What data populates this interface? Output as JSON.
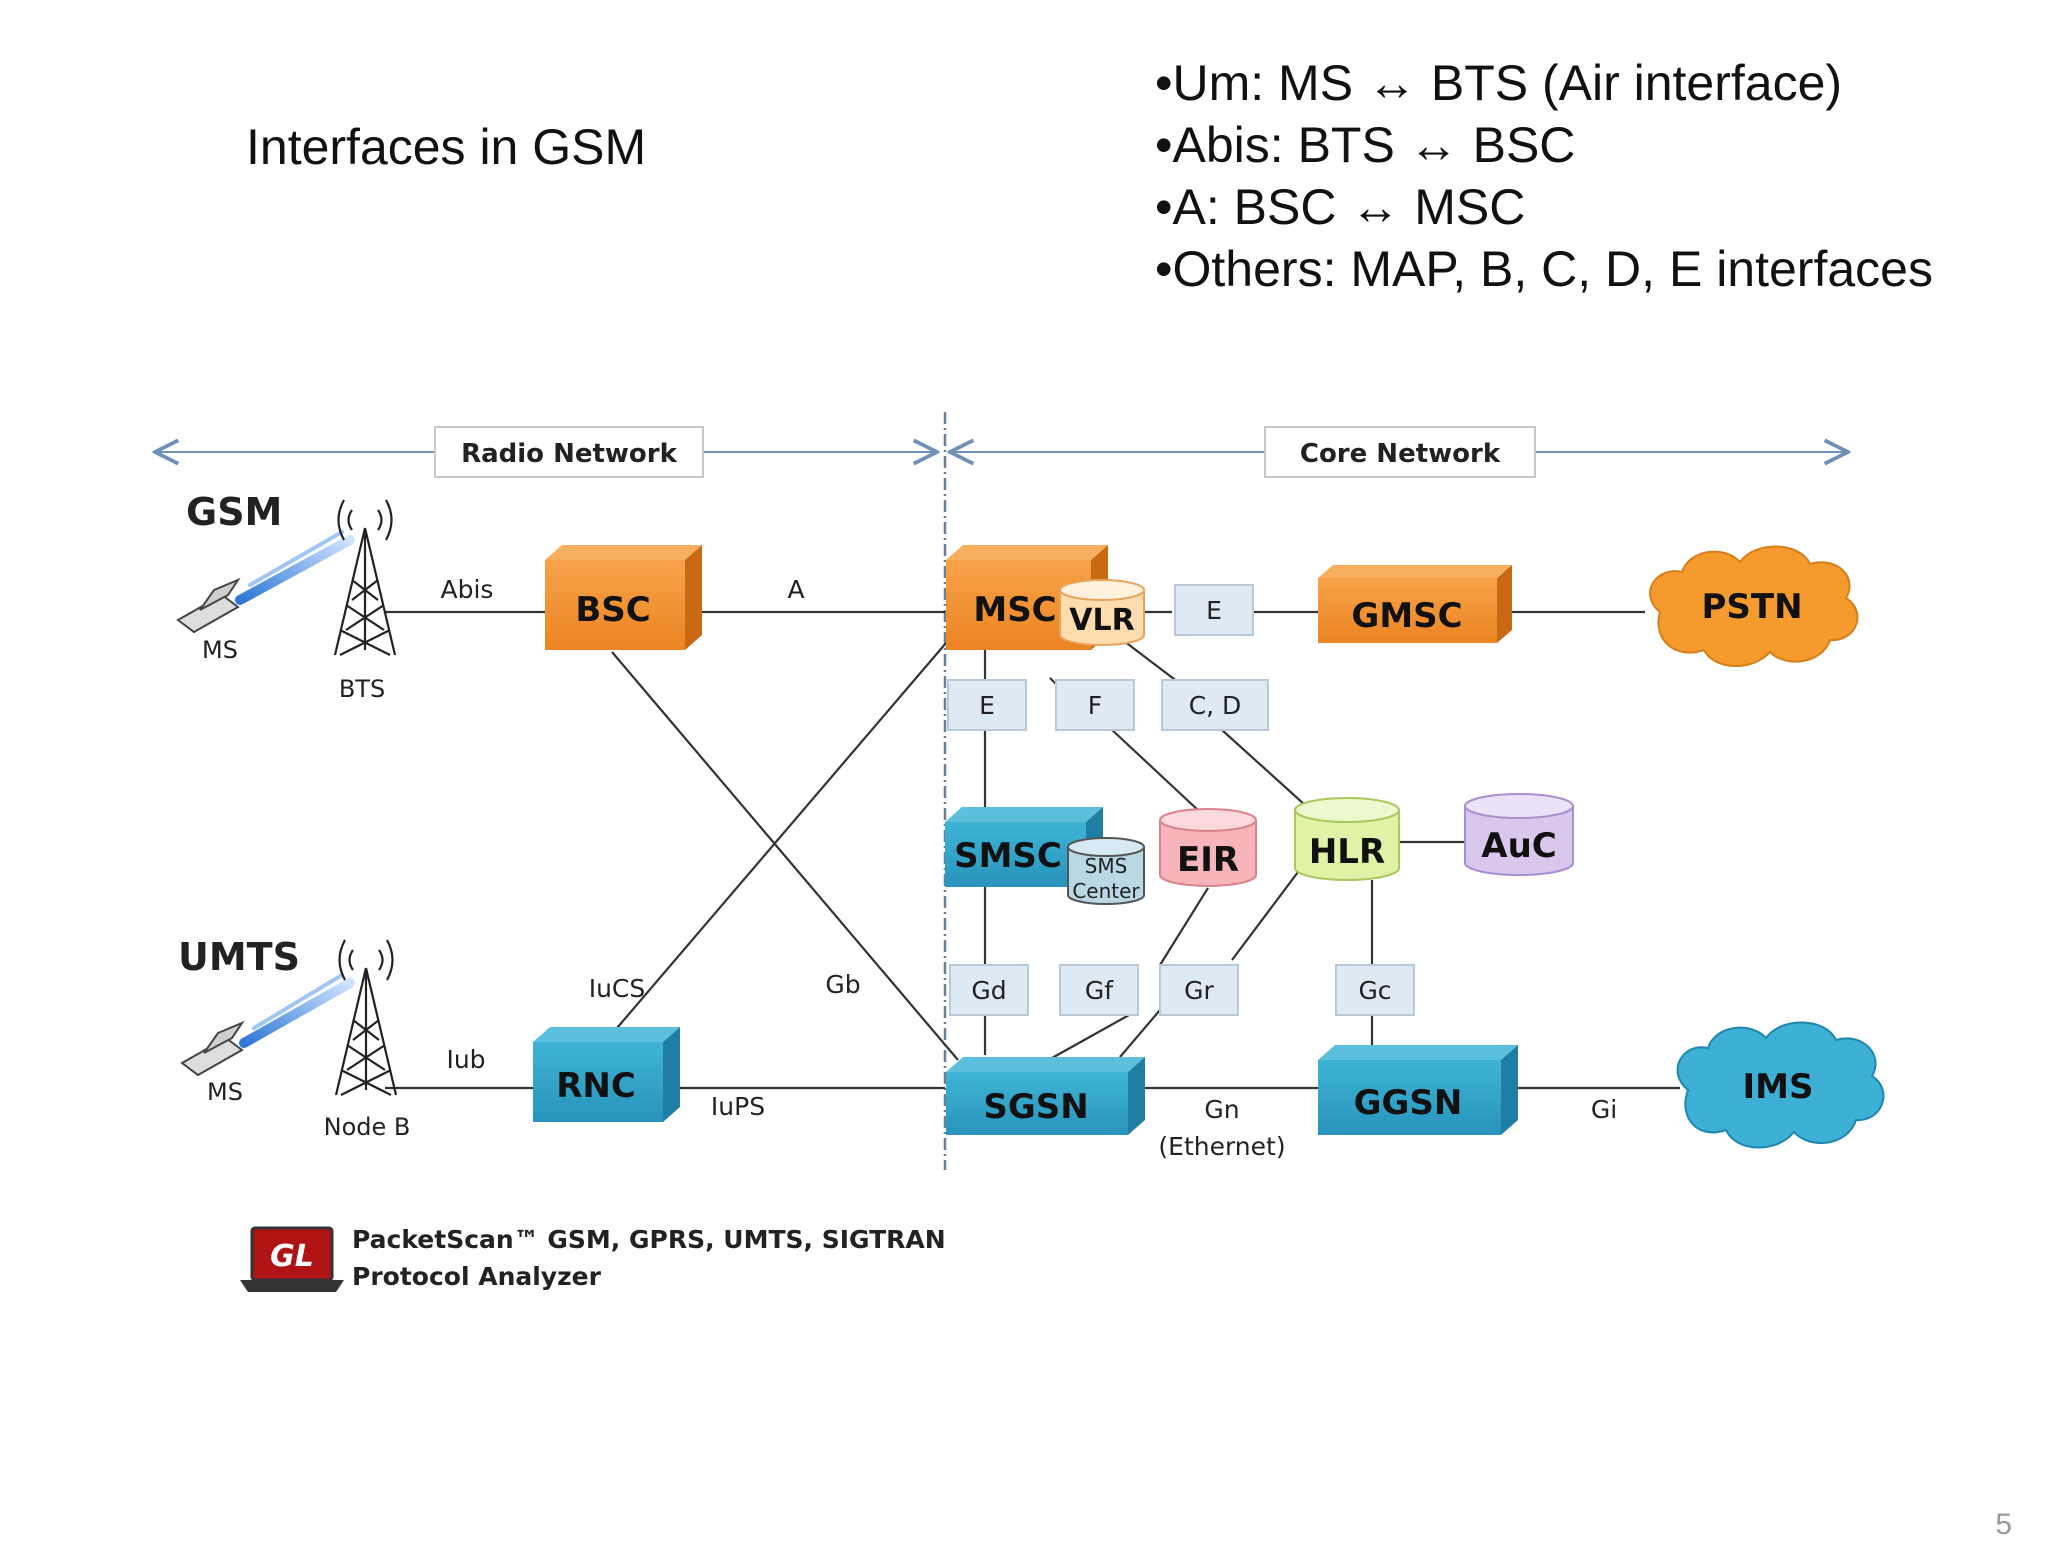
{
  "slide": {
    "title": "Interfaces in GSM",
    "bullets": [
      "Um: MS ↔ BTS (Air interface)",
      "Abis: BTS ↔ BSC",
      "A: BSC ↔ MSC",
      "Others: MAP, B, C, D, E interfaces"
    ],
    "page_number": "5"
  },
  "diagram": {
    "regions": {
      "radio": "Radio Network",
      "core": "Core Network"
    },
    "sections": {
      "gsm": "GSM",
      "umts": "UMTS"
    },
    "devices": {
      "ms_gsm": "MS",
      "bts": "BTS",
      "ms_umts": "MS",
      "nodeb": "Node B"
    },
    "nodes": {
      "bsc": "BSC",
      "msc": "MSC",
      "vlr": "VLR",
      "gmsc": "GMSC",
      "pstn": "PSTN",
      "smsc": "SMSC",
      "sms_center_1": "SMS",
      "sms_center_2": "Center",
      "eir": "EIR",
      "hlr": "HLR",
      "auc": "AuC",
      "rnc": "RNC",
      "sgsn": "SGSN",
      "ggsn": "GGSN",
      "ims": "IMS"
    },
    "interface_boxes": {
      "e_top": "E",
      "e_left": "E",
      "f": "F",
      "cd": "C, D",
      "gd": "Gd",
      "gf": "Gf",
      "gr": "Gr",
      "gc": "Gc"
    },
    "link_labels": {
      "abis": "Abis",
      "a": "A",
      "iub": "Iub",
      "iucs": "IuCS",
      "gb": "Gb",
      "iups": "IuPS",
      "gn": "Gn",
      "ethernet": "(Ethernet)",
      "gi": "Gi"
    },
    "colors": {
      "orange": "#f39436",
      "blue": "#33a6c8",
      "vlr": "#ffe2b5",
      "eir": "#f7b4ba",
      "hlr": "#dff2a6",
      "auc": "#d9c7ee",
      "ifbox": "#dde9f3",
      "arrow": "#6f8fb6"
    }
  },
  "logo": {
    "mark": "GL",
    "line1": "PacketScan™ GSM, GPRS, UMTS, SIGTRAN",
    "line2": "Protocol Analyzer"
  }
}
